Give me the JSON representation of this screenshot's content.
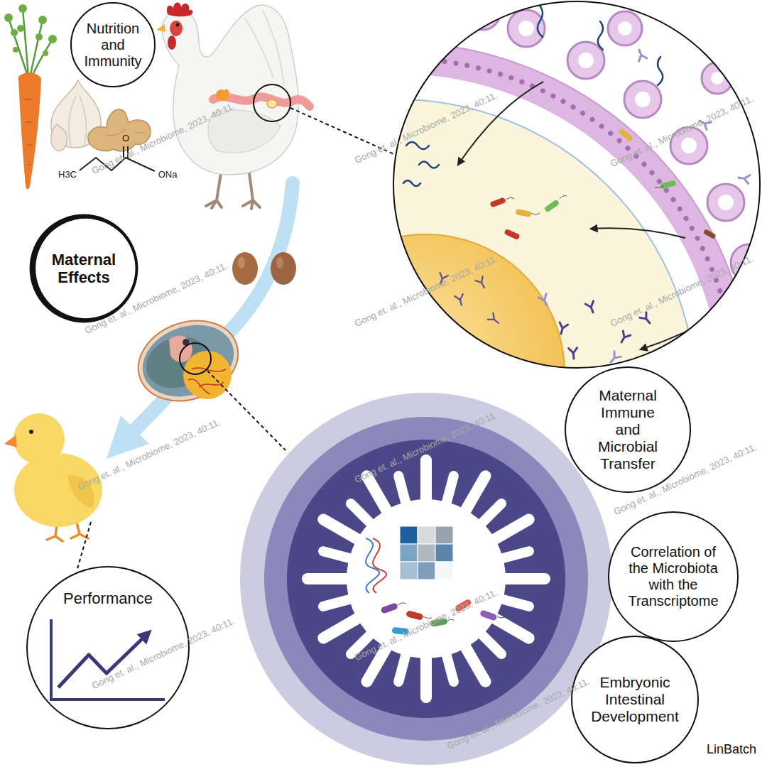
{
  "diagram": {
    "nodes": [
      {
        "text": [
          "Nutrition and Immunity"
        ]
      },
      {
        "text": [
          "Maternal Effects"
        ]
      },
      {
        "text": [
          "Maternal Immune and Microbial Transfer"
        ]
      },
      {
        "text": [
          "Correlation of the Microbiota with the Transcriptome"
        ]
      },
      {
        "text": [
          "Performance"
        ]
      },
      {
        "text": [
          "Embryonic Intestinal Development"
        ]
      }
    ],
    "labels": [
      "H3C",
      "O",
      "ONa",
      "Gong et. al., Microbiome, 2023, 40:11.",
      "Gong et. al., Microbiome, 2023, 40:11.",
      "Gong et. al., Microbiome, 2023, 40:11.",
      "Gong et. al., Microbiome, 2023, 40:11.",
      "Gong et. al., Microbiome, 2023, 40:11.",
      "Gong et. al., Microbiome, 2023, 40:11.",
      "Gong et. al., Microbiome, 2023, 40:11.",
      "Gong et. al., Microbiome, 2023, 40:11.",
      "Gong et. al., Microbiome, 2023, 40:11.",
      "Gong et. al., Microbiome, 2023, 40:11.",
      "Gong et. al., Microbiome, 2023, 40:11.",
      "Gong et. al., Microbiome, 2023, 40:11.",
      "LinBatch"
    ]
  }
}
